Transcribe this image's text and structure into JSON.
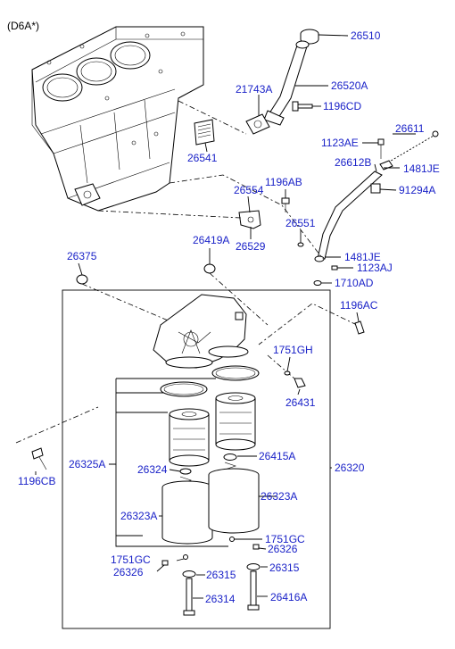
{
  "header": {
    "variant": "(D6A*)"
  },
  "callouts": {
    "c26510": "26510",
    "c26520A": "26520A",
    "c21743A": "21743A",
    "c1196CD": "1196CD",
    "c26541": "26541",
    "c26611": "26611",
    "c1123AE": "1123AE",
    "c26612B": "26612B",
    "c1481JE_top": "1481JE",
    "c1196AB": "1196AB",
    "c26554": "26554",
    "c91294A": "91294A",
    "c26551": "26551",
    "c26529": "26529",
    "c26419A": "26419A",
    "c1481JE_bot": "1481JE",
    "c1123AJ": "1123AJ",
    "c26375": "26375",
    "c1710AD": "1710AD",
    "c1196AC": "1196AC",
    "c1751GH": "1751GH",
    "c26431": "26431",
    "c26325A": "26325A",
    "c26415A": "26415A",
    "c26320": "26320",
    "c26324": "26324",
    "c1196CB": "1196CB",
    "c26323A_right": "26323A",
    "c26323A_left": "26323A",
    "c1751GC_right": "1751GC",
    "c26326_right": "26326",
    "c1751GC_left": "1751GC",
    "c26326_left": "26326",
    "c26315_left": "26315",
    "c26315_right": "26315",
    "c26314": "26314",
    "c26416A": "26416A"
  },
  "colors": {
    "callout": "#1a22c8",
    "linework": "#000000",
    "background": "#ffffff"
  }
}
